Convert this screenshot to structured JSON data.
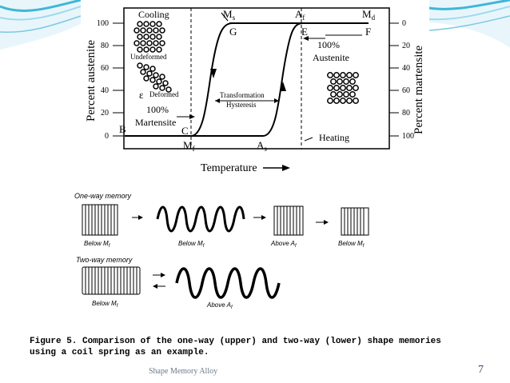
{
  "slide": {
    "footer_title": "Shape Memory Alloy",
    "page_number": "7",
    "accent_colors": [
      "#3fb6d8",
      "#9fd9ee",
      "#2c4b6b"
    ]
  },
  "top_chart": {
    "y_axis_left_label": "Percent austenite",
    "y_axis_right_label": "Percent martensite",
    "x_axis_label": "Temperature",
    "left_ticks": [
      "100",
      "80",
      "60",
      "40",
      "20",
      "0"
    ],
    "right_ticks": [
      "0",
      "20",
      "40",
      "60",
      "80",
      "100"
    ],
    "points": {
      "Ms": "M",
      "Ms_sub": "s",
      "Af": "A",
      "Af_sub": "f",
      "Md": "M",
      "Md_sub": "d",
      "Mf": "M",
      "Mf_sub": "f",
      "As": "A",
      "As_sub": "s",
      "G": "G",
      "E": "E",
      "F": "F",
      "B": "B",
      "C": "C"
    },
    "labels": {
      "cooling": "Cooling",
      "undeformed": "Undeformed",
      "deformed": "Deformed",
      "epsilon": "ε",
      "martensite_pct": "100%",
      "martensite": "Martensite",
      "austenite_pct": "100%",
      "austenite": "Austenite",
      "transformation": "Transformation",
      "hysteresis": "Hysteresis",
      "heating": "Heating"
    }
  },
  "bottom_figure": {
    "one_way_title": "One-way memory",
    "two_way_title": "Two-way memory",
    "one_way_labels": [
      {
        "text": "Below M",
        "sub": "f"
      },
      {
        "text": "Below M",
        "sub": "f"
      },
      {
        "text": "Above A",
        "sub": "f"
      },
      {
        "text": "Below M",
        "sub": "f"
      }
    ],
    "two_way_labels": [
      {
        "text": "Below M",
        "sub": "f"
      },
      {
        "text": "Above A",
        "sub": "f"
      }
    ],
    "caption_line1": "Figure 5. Comparison of the one-way (upper) and two-way (lower) shape memories",
    "caption_line2": "using a coil spring as an example."
  }
}
